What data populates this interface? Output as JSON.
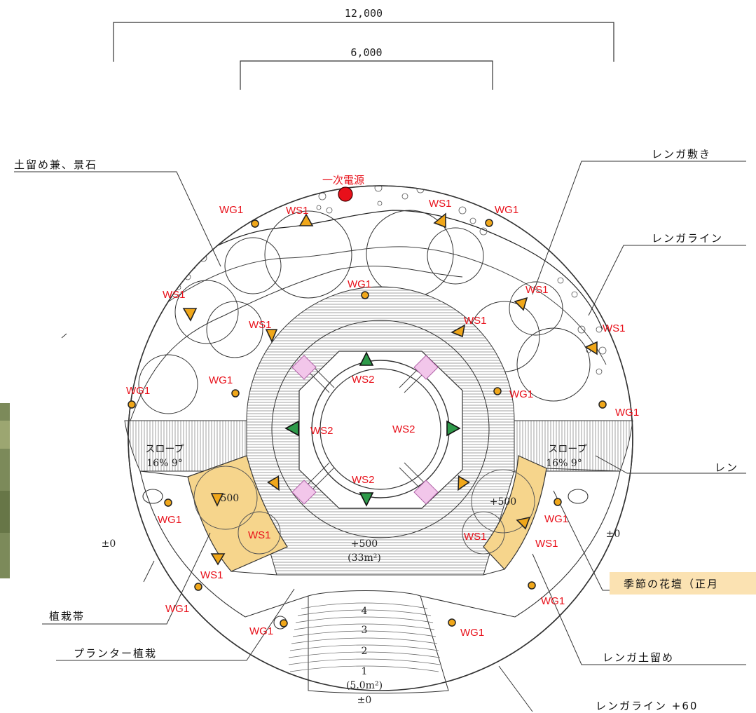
{
  "dimensions": {
    "outer": "12,000",
    "inner": "6,000"
  },
  "callouts": {
    "earth_retaining_stone": "土留め兼、景石",
    "brick_paving": "レンガ敷き",
    "brick_line": "レンガライン",
    "brick_partial": "レン",
    "seasonal_bed": "季節の花壇（正月",
    "brick_retaining": "レンガ土留め",
    "brick_line_60": "レンガライン +60",
    "planting_strip": "植栽帯",
    "planter": "プランター植栽",
    "power_source": "一次電源"
  },
  "areas": {
    "slope_left": "スロープ",
    "slope_left_pct": "16% 9°",
    "slope_right": "スロープ",
    "slope_right_pct": "16% 9°",
    "left_level": "±0",
    "right_level": "±0",
    "raised_left": "+500",
    "raised_right": "+500",
    "plaza_level": "+500",
    "plaza_area": "(33m²)",
    "stair_area": "(5.0m²)",
    "stair_base": "±0",
    "steps": [
      "4",
      "3",
      "2",
      "1"
    ]
  },
  "markers": {
    "wg": "WG1",
    "ws": "WS1",
    "ws2": "WS2"
  },
  "colors": {
    "accent_red": "#e8101a",
    "sprinkler_fill": "#f0a71a",
    "ws2_fill": "#2e9a4a",
    "raised_fill": "#f6d58c",
    "diamond_fill": "#f2c6ea"
  }
}
